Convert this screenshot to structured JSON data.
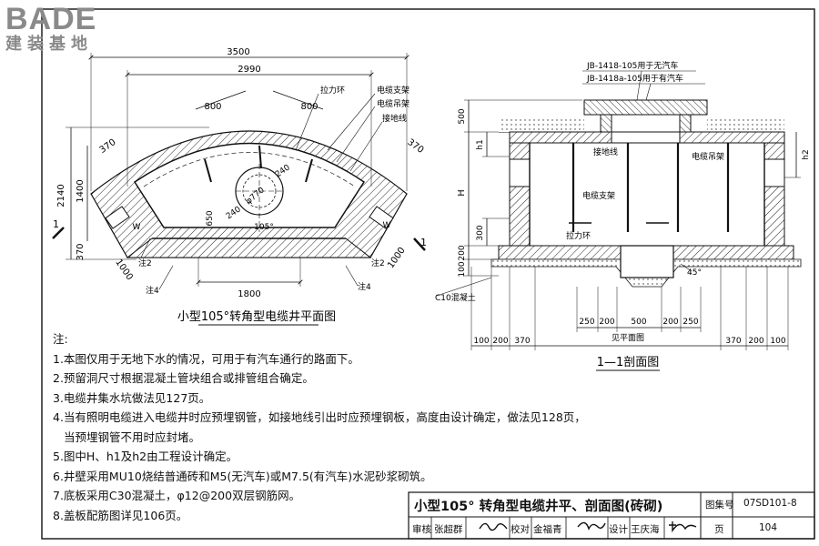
{
  "logo": {
    "brand": "BADE",
    "subtitle": "建装基地"
  },
  "plan": {
    "caption": "小型105°转角型电缆井平面图",
    "dims": {
      "w_outer": "3500",
      "w_inner": "2990",
      "w_bottom": "1800",
      "h_total": "2140",
      "h_mid": "1400",
      "h_bot": "370",
      "seg_left": "800",
      "seg_right": "800",
      "side_left": "370",
      "side_right": "370",
      "diag_left": "1000",
      "diag_right": "1000",
      "d650": "650",
      "d240a": "240",
      "d240b": "240",
      "diam": "φ770",
      "angle": "105°",
      "w_left": "W",
      "w_right": "W"
    },
    "labels": {
      "anchor": "拉力环",
      "cable_bracket": "电缆支架",
      "cable_hanger": "电缆吊架",
      "ground": "接地线",
      "note2_l": "注2",
      "note2_r": "注2",
      "note4_l": "注4",
      "note4_r": "注4",
      "sec_mark_l": "1",
      "sec_mark_r": "1"
    }
  },
  "section": {
    "caption": "1—1剖面图",
    "labels": {
      "jb1": "JB-1418-105用于无汽车",
      "jb2": "JB-1418a-105用于有汽车",
      "ground": "接地线",
      "hanger": "电缆吊架",
      "bracket": "电缆支架",
      "anchor": "拉力环",
      "concrete": "C10混凝土",
      "angle": "45°",
      "note_dim": "见平面图"
    },
    "dims": {
      "d500": "500",
      "h1": "h1",
      "H": "H",
      "d300": "300",
      "d200": "200",
      "d100": "100",
      "h2": "h2",
      "bottom": [
        "250",
        "200",
        "500",
        "200",
        "250"
      ],
      "left": [
        "100",
        "200",
        "370"
      ],
      "right": [
        "370",
        "200",
        "100"
      ]
    }
  },
  "notes": {
    "heading": "注:",
    "items": [
      "1.本图仅用于无地下水的情况，可用于有汽车通行的路面下。",
      "2.预留洞尺寸根据混凝土管块组合或排管组合确定。",
      "3.电缆井集水坑做法见127页。",
      "4.当有照明电缆进入电缆井时应预埋钢管，如接地线引出时应预埋钢板，高度由设计确定，做法见128页，",
      "当预埋钢管不用时应封堵。",
      "5.图中H、h1及h2由工程设计确定。",
      "6.井壁采用MU10烧结普通砖和M5(无汽车)或M7.5(有汽车)水泥砂浆砌筑。",
      "7.底板采用C30混凝土，φ12@200双层钢筋网。",
      "8.盖板配筋图详见106页。"
    ]
  },
  "title_block": {
    "title": "小型105° 转角型电缆井平、剖面图(砖砌)",
    "atlas_label": "图集号",
    "atlas_no": "07SD101-8",
    "review_label": "审核",
    "reviewer": "张超群",
    "check_label": "校对",
    "checker": "金福青",
    "design_label": "设计",
    "designer": "王庆海",
    "page_label": "页",
    "page_no": "104"
  }
}
